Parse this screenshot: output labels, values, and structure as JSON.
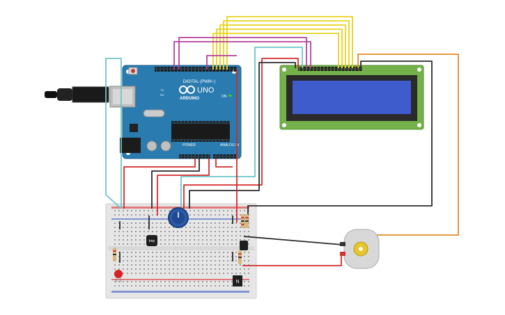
{
  "arduino": {
    "brand": "ARDUINO",
    "model": "UNO",
    "digital_header_label": "DIGITAL (PWM~)",
    "analog_header_label": "ANALOG IN",
    "power_header_label": "POWER",
    "led_labels": [
      "TX",
      "RX"
    ],
    "on_label": "ON",
    "logo_icon": "infinity-logo-icon"
  },
  "components": {
    "temp_sensor_label": "tmp",
    "transistor_label": "N",
    "motor_icon": "dc-motor-icon",
    "usb_cable_icon": "usb-cable-icon",
    "led_icon": "red-led-icon",
    "potentiometer_icon": "potentiometer-icon"
  },
  "colors": {
    "board": "#2a7bb0",
    "breadboard": "#e6e6e6",
    "lcd_frame": "#74b14a",
    "lcd_screen": "#3f5ccd",
    "wire_yellow": "#e8d31c",
    "wire_magenta": "#b83e9c",
    "wire_orange": "#e48a2a",
    "wire_red": "#d22b2b",
    "wire_black": "#2a2a2a",
    "wire_cyan": "#6cc5c8",
    "led_red": "#d62222"
  }
}
